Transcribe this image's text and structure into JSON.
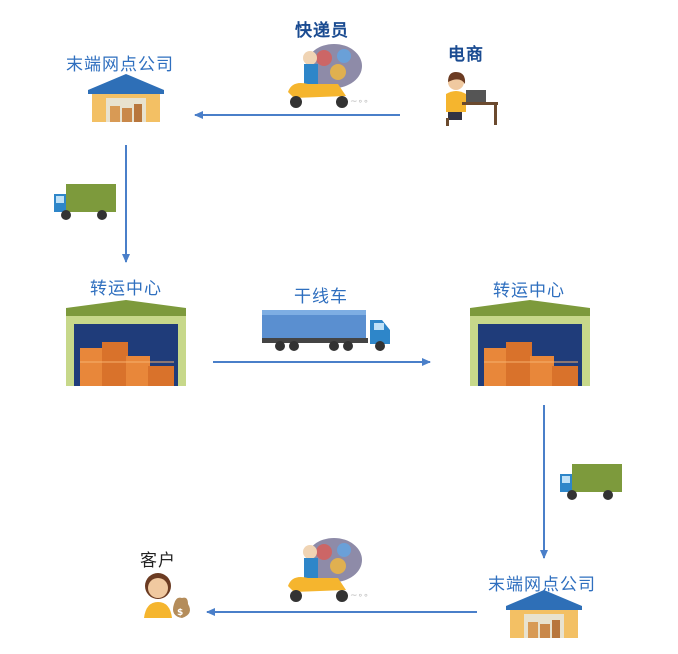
{
  "diagram": {
    "labels": {
      "courier": "快递员",
      "ecommerce": "电商",
      "last_mile_top": "末端网点公司",
      "transfer_left": "转运中心",
      "trunk_truck": "干线车",
      "transfer_right": "转运中心",
      "last_mile_bottom": "末端网点公司",
      "customer": "客户"
    },
    "colors": {
      "arrow": "#4a7fc9",
      "label": "#2f6fbf",
      "warehouse_roof": "#7d9a3c",
      "warehouse_frame": "#c7d88a",
      "warehouse_dark": "#1f3c7a",
      "box": "#e8873a",
      "truck_cargo": "#7d9a3c",
      "truck_cab": "#2e86c9",
      "scooter": "#f5b52e",
      "trunk_trailer": "#5a8fd0"
    }
  }
}
